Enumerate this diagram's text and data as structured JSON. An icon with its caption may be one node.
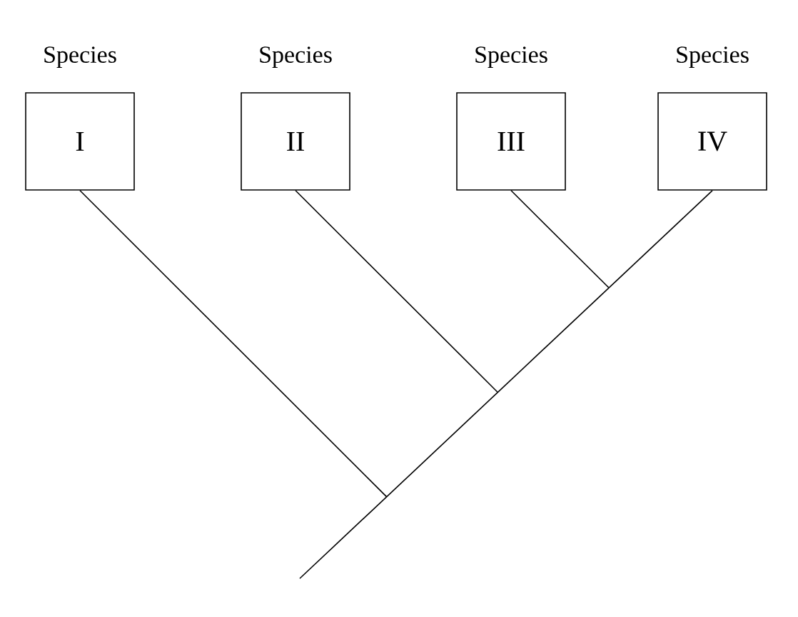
{
  "diagram": {
    "nodes": [
      {
        "text": [
          "Species",
          "I"
        ]
      },
      {
        "text": [
          "Species",
          "II"
        ]
      },
      {
        "text": [
          "Species",
          "III"
        ]
      },
      {
        "text": [
          "Species",
          "IV"
        ]
      }
    ],
    "edges": [
      {
        "from": null,
        "to": 0,
        "arrow": "none"
      },
      {
        "from": null,
        "to": 1,
        "arrow": "none"
      },
      {
        "from": null,
        "to": 2,
        "arrow": "none"
      },
      {
        "from": null,
        "to": 3,
        "arrow": "none"
      }
    ]
  }
}
